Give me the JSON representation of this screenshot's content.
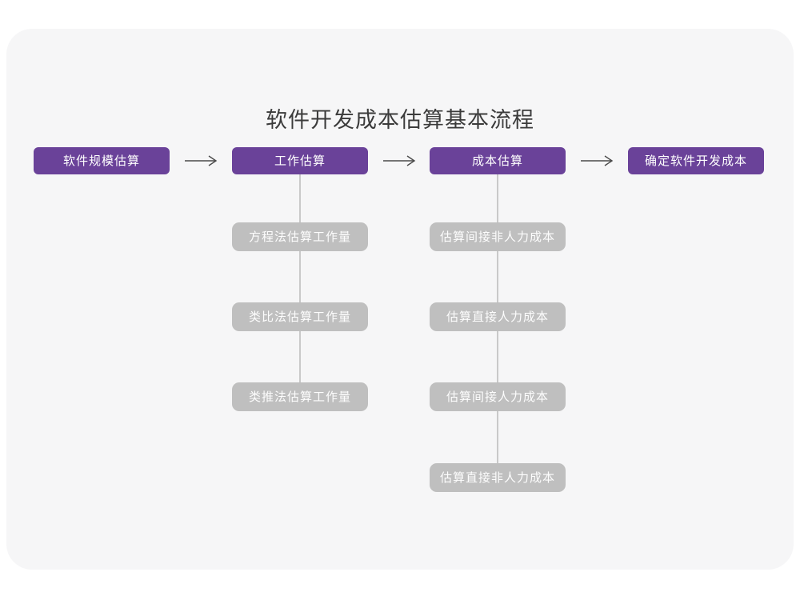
{
  "title": "软件开发成本估算基本流程",
  "colors": {
    "card_bg": "#F6F6F7",
    "title_color": "#3B3B3B",
    "accent_purple": "#6A4299",
    "sub_gray": "#BFBFBF",
    "connector": "#C9C9C9",
    "arrow": "#4A4A4A"
  },
  "flow": {
    "steps": [
      {
        "label": "软件规模估算"
      },
      {
        "label": "工作估算"
      },
      {
        "label": "成本估算"
      },
      {
        "label": "确定软件开发成本"
      }
    ]
  },
  "work_branch": {
    "parent": "工作估算",
    "items": [
      {
        "label": "方程法估算工作量"
      },
      {
        "label": "类比法估算工作量"
      },
      {
        "label": "类推法估算工作量"
      }
    ]
  },
  "cost_branch": {
    "parent": "成本估算",
    "items": [
      {
        "label": "估算间接非人力成本"
      },
      {
        "label": "估算直接人力成本"
      },
      {
        "label": "估算间接人力成本"
      },
      {
        "label": "估算直接非人力成本"
      }
    ]
  }
}
